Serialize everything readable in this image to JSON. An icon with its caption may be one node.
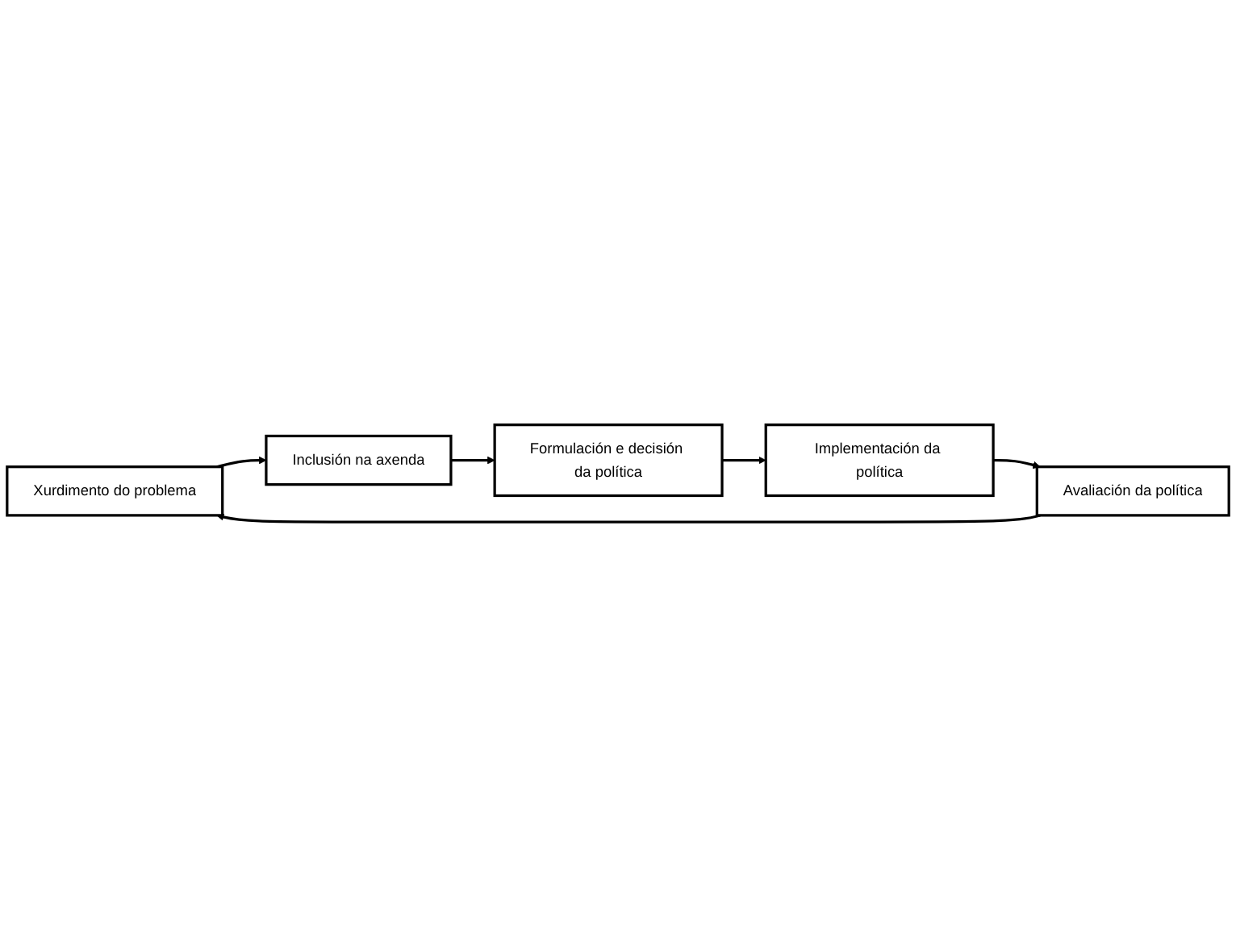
{
  "diagram": {
    "nodes": [
      {
        "text": [
          "Xurdimento do problema"
        ]
      },
      {
        "text": [
          "Inclusión na axenda"
        ]
      },
      {
        "text": [
          "Formulación e decisión da política"
        ]
      },
      {
        "text": [
          "Implementación da política"
        ]
      },
      {
        "text": [
          "Avaliación da política"
        ]
      }
    ],
    "edges": [
      {
        "from": 0,
        "to": 1,
        "arrow": "to"
      },
      {
        "from": 1,
        "to": 2,
        "arrow": "to"
      },
      {
        "from": 2,
        "to": 3,
        "arrow": "to"
      },
      {
        "from": 3,
        "to": 4,
        "arrow": "to"
      },
      {
        "from": 4,
        "to": 0,
        "arrow": "to"
      }
    ]
  }
}
